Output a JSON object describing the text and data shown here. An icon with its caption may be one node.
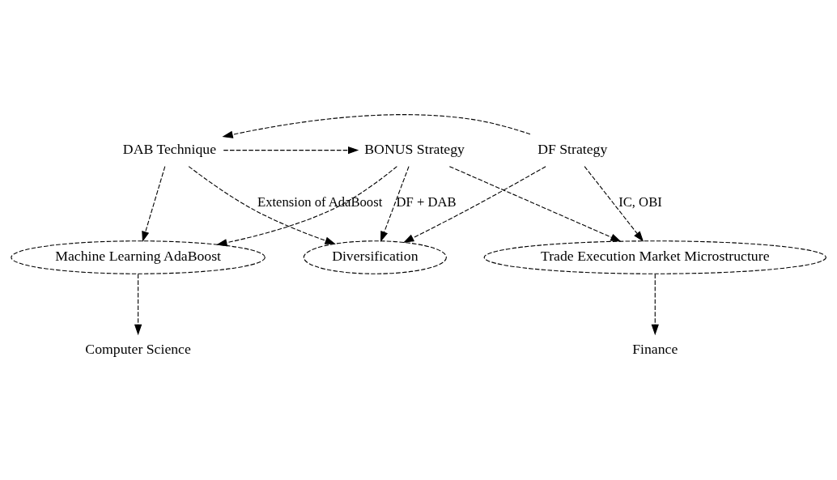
{
  "diagram": {
    "nodes": [
      {
        "text": [
          "DAB Technique"
        ]
      },
      {
        "text": [
          "DF Strategy"
        ]
      },
      {
        "text": [
          "BONUS Strategy"
        ]
      },
      {
        "text": [
          "Trade Execution Market Microstructure"
        ]
      },
      {
        "text": [
          "Diversification"
        ]
      },
      {
        "text": [
          "Machine Learning AdaBoost"
        ]
      },
      {
        "text": [
          "Finance"
        ]
      },
      {
        "text": [
          "Computer Science"
        ]
      }
    ],
    "edges": [
      {
        "from": 1,
        "to": 0,
        "arrow": "to",
        "style": "dashed"
      },
      {
        "from": 0,
        "to": 2,
        "arrow": "to",
        "style": "dashed"
      },
      {
        "from": 1,
        "to": 3,
        "arrow": "to",
        "style": "dashed",
        "label": "IC, OBI"
      },
      {
        "from": 1,
        "to": 4,
        "arrow": "to",
        "style": "dashed"
      },
      {
        "from": 0,
        "to": 4,
        "arrow": "to",
        "style": "dashed",
        "label": "Extension of AdaBoost"
      },
      {
        "from": 0,
        "to": 5,
        "arrow": "to",
        "style": "dashed"
      },
      {
        "from": 2,
        "to": 3,
        "arrow": "to",
        "style": "dashed"
      },
      {
        "from": 2,
        "to": 4,
        "arrow": "to",
        "style": "dashed",
        "label": "DF + DAB"
      },
      {
        "from": 2,
        "to": 5,
        "arrow": "to",
        "style": "dashed"
      },
      {
        "from": 3,
        "to": 6,
        "arrow": "to",
        "style": "dashed"
      },
      {
        "from": 5,
        "to": 7,
        "arrow": "to",
        "style": "dashed"
      }
    ]
  }
}
